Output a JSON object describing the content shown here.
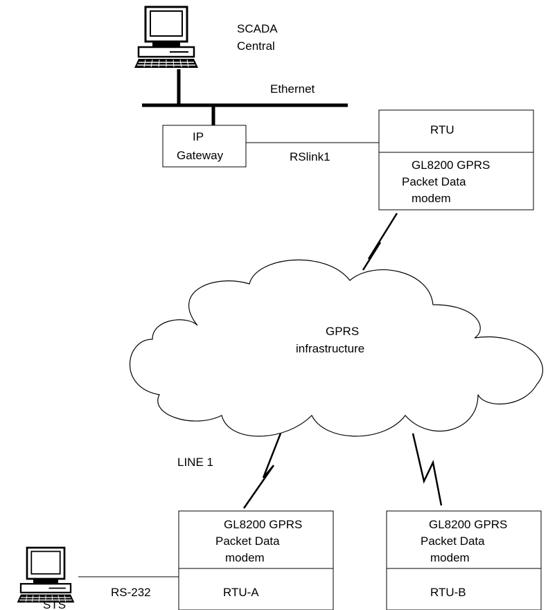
{
  "central": {
    "title_line1": "SCADA",
    "title_line2": "Central",
    "icon": "computer-icon"
  },
  "network": {
    "ethernet_label": "Ethernet",
    "rslink_label": "RSlink1"
  },
  "gateway": {
    "line1": "IP",
    "line2": "Gateway"
  },
  "rtu_top": {
    "title": "RTU",
    "modem_line1": "GL8200 GPRS",
    "modem_line2": "Packet Data",
    "modem_line3": "modem",
    "link_icon": "lightning-icon"
  },
  "cloud": {
    "line1": "GPRS",
    "line2": "infrastructure",
    "icon": "cloud-icon"
  },
  "line1_label": "LINE 1",
  "rtu_a": {
    "modem_line1": "GL8200 GPRS",
    "modem_line2": "Packet Data",
    "modem_line3": "modem",
    "title": "RTU-A"
  },
  "rtu_b": {
    "modem_line1": "GL8200 GPRS",
    "modem_line2": "Packet Data",
    "modem_line3": "modem",
    "title": "RTU-B"
  },
  "sts": {
    "label": "STS",
    "link_label": "RS-232",
    "icon": "computer-icon"
  }
}
